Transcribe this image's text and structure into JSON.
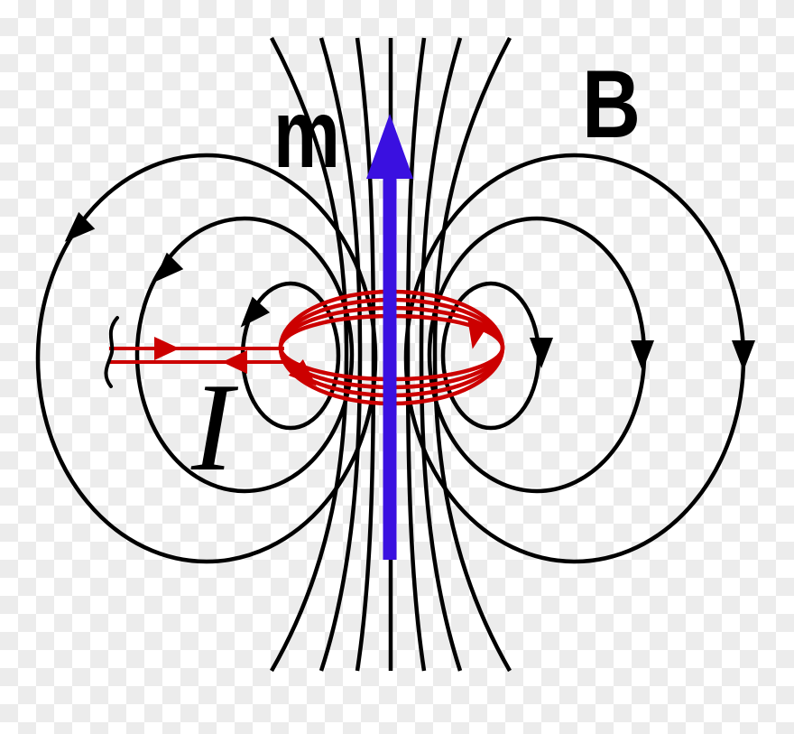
{
  "diagram": {
    "labels": {
      "moment": "m",
      "field": "B",
      "current": "I"
    },
    "colors": {
      "field_lines": "#000000",
      "coil_current": "#cc0000",
      "moment_arrow": "#3a10e0",
      "checker": "#ececec",
      "background": "#ffffff"
    }
  }
}
